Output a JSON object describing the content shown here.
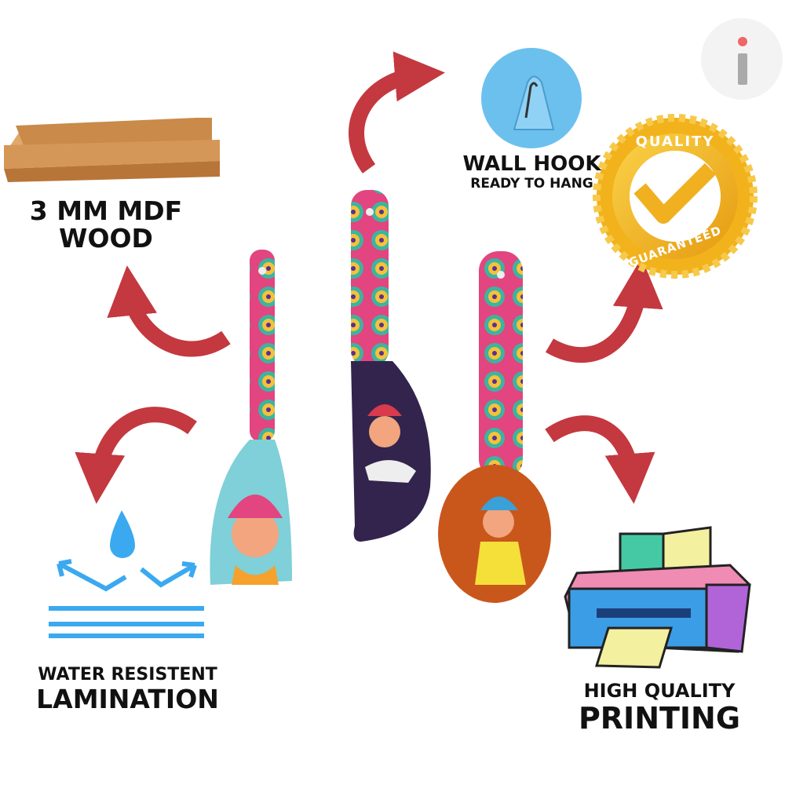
{
  "labels": {
    "mdf_line1": "3 MM MDF",
    "mdf_line2": "WOOD",
    "hook_line1": "WALL HOOK",
    "hook_line2": "READY TO HANG",
    "water_line1": "WATER RESISTENT",
    "water_line2": "LAMINATION",
    "print_line1": "HIGH QUALITY",
    "print_line2": "PRINTING"
  },
  "badge": {
    "top": "QUALITY",
    "bottom": "GUARANTEED"
  },
  "logo": {
    "text": "i"
  },
  "colors": {
    "arrow": "#c4383f",
    "water": "#3aa9f0",
    "badge": "#f2b21c",
    "hook": "#6cc0ee"
  }
}
